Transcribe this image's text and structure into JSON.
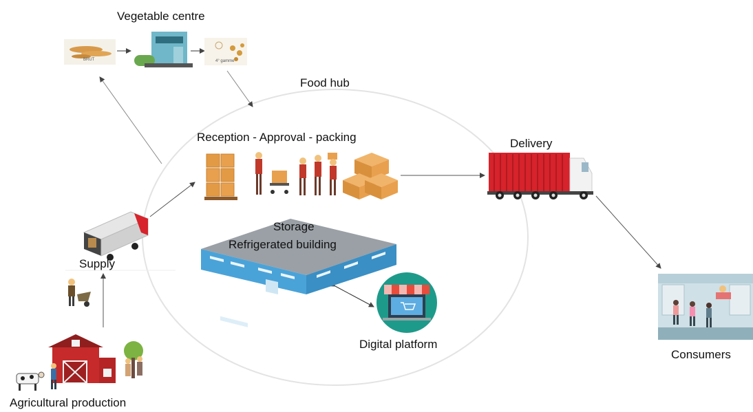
{
  "labels": {
    "vegetable_centre": "Vegetable centre",
    "food_hub": "Food hub",
    "reception": "Reception - Approval - packing",
    "delivery": "Delivery",
    "storage": "Storage",
    "refrigerated": "Refrigerated building",
    "supply": "Supply",
    "digital_platform": "Digital platform",
    "consumers": "Consumers",
    "agricultural_production": "Agricultural production"
  },
  "veg_labels": {
    "brut": "BRUT",
    "gamme": "4° gamme"
  },
  "colors": {
    "truck_red": "#d7232b",
    "box_orange": "#e8a04e",
    "building_blue": "#4aa3d8",
    "barn_red": "#c62a2a",
    "platform_teal": "#1e9a8a",
    "arrow": "#444444"
  }
}
